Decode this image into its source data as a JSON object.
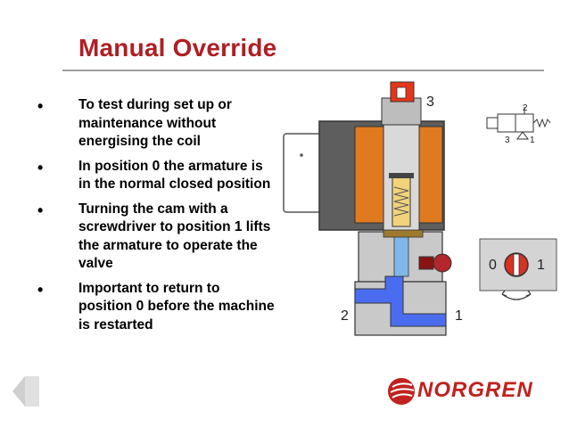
{
  "slide": {
    "title": "Manual Override",
    "bullets": [
      "To test during set up or maintenance without energising the coil",
      "In position 0 the armature is in the normal closed position",
      "Turning the cam with a screwdriver to position 1 lifts the armature to operate the valve",
      "Important to return to position 0 before the machine is restarted"
    ],
    "bullet_glyph": "•"
  },
  "diagram": {
    "port_labels": {
      "top": "3",
      "left": "2",
      "right": "1"
    },
    "symbol_labels": {
      "p2": "2",
      "p3": "3",
      "p1": "1"
    },
    "override_labels": {
      "pos0": "0",
      "pos1": "1"
    },
    "colors": {
      "port_blue": "#4a6df0",
      "coil_orange": "#e07a1e",
      "body_gray": "#c9c9c9",
      "override_red": "#e8351a"
    }
  },
  "brand": {
    "name": "NORGREN",
    "color": "#c0221f"
  },
  "nav": {
    "back_icon": "back-arrow-icon"
  }
}
